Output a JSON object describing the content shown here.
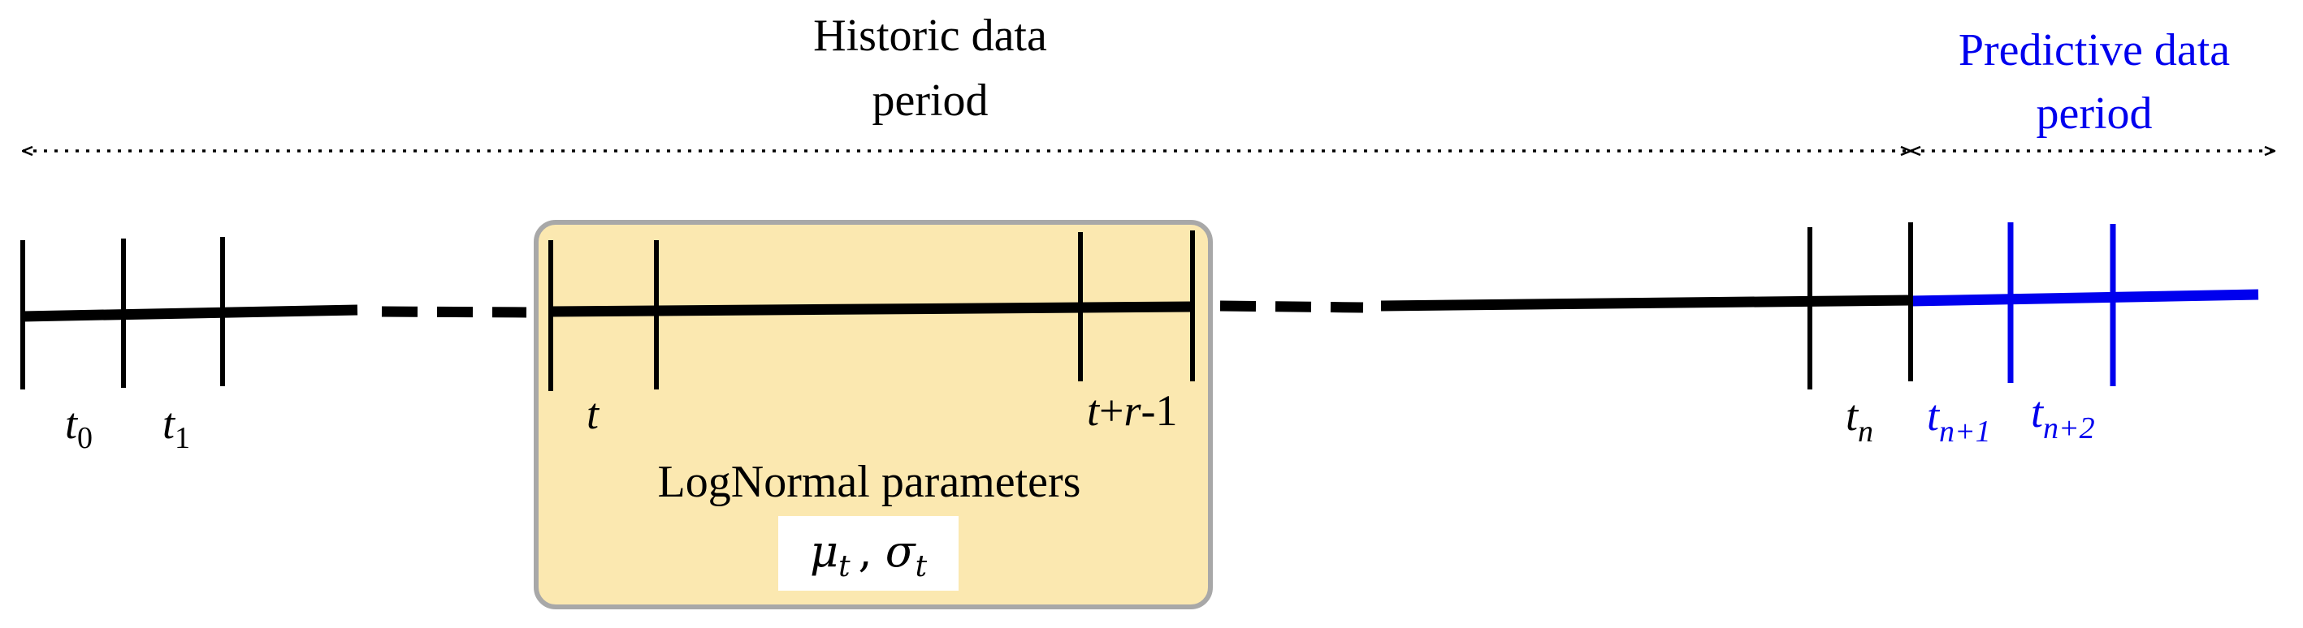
{
  "historic_period": {
    "line1": "Historic data",
    "line2": "period",
    "color": "#000000"
  },
  "predictive_period": {
    "line1": "Predictive data",
    "line2": "period",
    "color": "#0000ee"
  },
  "ticks": {
    "t0": {
      "main": "t",
      "sub": "0"
    },
    "t1": {
      "main": "t",
      "sub": "1"
    },
    "t": {
      "main": "t"
    },
    "t_r": {
      "main": "t",
      "op": "+",
      "r": "r",
      "rest": "-1"
    },
    "tn": {
      "main": "t",
      "sub": "n"
    },
    "tn1": {
      "main": "t",
      "sub": "n+1"
    },
    "tn2": {
      "main": "t",
      "sub": "n+2"
    }
  },
  "window_box": {
    "title": "LogNormal parameters",
    "mu": "μ",
    "mu_sub": "t",
    "sep": ",",
    "sigma": "σ",
    "sigma_sub": "t",
    "fill": "#fbe8b0",
    "border": "#a8a8a8"
  },
  "colors": {
    "historic": "#000000",
    "predictive": "#0000ee"
  }
}
